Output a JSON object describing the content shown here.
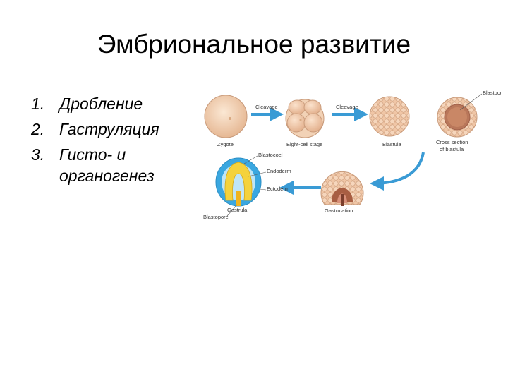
{
  "slide": {
    "title": "Эмбриональное развитие",
    "stages": [
      {
        "number": "1.",
        "text": "Дробление"
      },
      {
        "number": "2.",
        "text": "Гаструляция"
      },
      {
        "number": "3.",
        "text": "Гисто- и органогенез"
      }
    ]
  },
  "diagram": {
    "arrow_labels": {
      "cleavage_1": "Cleavage",
      "cleavage_2": "Cleavage"
    },
    "stage_labels": {
      "zygote": "Zygote",
      "eight_cell": "Eight-cell stage",
      "blastula": "Blastula",
      "cross_section_line1": "Cross section",
      "cross_section_line2": "of blastula",
      "gastrulation": "Gastrulation",
      "gastrula": "Gastrula"
    },
    "part_labels": {
      "blastocoel_top": "Blastocoel",
      "blastocoel_gastrula": "Blastocoel",
      "endoderm": "Endoderm",
      "ectoderm": "Ectoderm",
      "blastopore": "Blastopore"
    },
    "colors": {
      "arrow": "#3a9bd5",
      "cell": "#f3d0b3",
      "cell_edge": "#c89a7a",
      "ectoderm": "#3aa7e0",
      "endoderm": "#f4d23c"
    }
  }
}
